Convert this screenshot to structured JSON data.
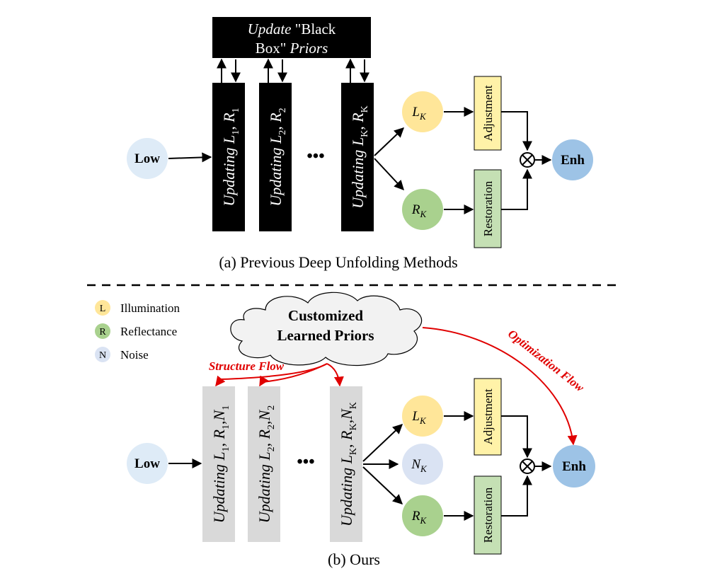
{
  "panel_a": {
    "prior_box": {
      "line1_italic": "Update",
      "line1_rest": " \"Black",
      "line2_rest": "Box\" ",
      "line2_italic": "Priors"
    },
    "low": "Low",
    "enh": "Enh",
    "ellipsis": "•••",
    "stages": [
      {
        "prefix": "Updating ",
        "l": "L",
        "l_sub": "1",
        "r": "R",
        "r_sub": "1",
        "n": "",
        "n_sub": ""
      },
      {
        "prefix": "Updating ",
        "l": "L",
        "l_sub": "2",
        "r": "R",
        "r_sub": "2",
        "n": "",
        "n_sub": ""
      },
      {
        "prefix": "Updating ",
        "l": "L",
        "l_sub": "K",
        "r": "R",
        "r_sub": "K",
        "n": "",
        "n_sub": ""
      }
    ],
    "lk": {
      "main": "L",
      "sub": "K"
    },
    "rk": {
      "main": "R",
      "sub": "K"
    },
    "adjustment": "Adjustment",
    "restoration": "Restoration",
    "caption": "(a) Previous Deep Unfolding Methods"
  },
  "panel_b": {
    "legend": [
      {
        "letter": "L",
        "label": "Illumination",
        "color": "#ffe699"
      },
      {
        "letter": "R",
        "label": "Reflectance",
        "color": "#a9d18e"
      },
      {
        "letter": "N",
        "label": "Noise",
        "color": "#dae3f3"
      }
    ],
    "cloud": {
      "line1": "Customized",
      "line2": "Learned Priors"
    },
    "structure_flow": "Structure Flow",
    "optimization_flow": "Optimization Flow",
    "low": "Low",
    "enh": "Enh",
    "ellipsis": "•••",
    "stages": [
      {
        "prefix": "Updating ",
        "l": "L",
        "l_sub": "1",
        "r": "R",
        "r_sub": "1",
        "n": "N",
        "n_sub": "1"
      },
      {
        "prefix": "Updating ",
        "l": "L",
        "l_sub": "2",
        "r": "R",
        "r_sub": "2",
        "n": "N",
        "n_sub": "2"
      },
      {
        "prefix": "Updating ",
        "l": "L",
        "l_sub": "K",
        "r": "R",
        "r_sub": "K",
        "n": "N",
        "n_sub": "K"
      }
    ],
    "lk": {
      "main": "L",
      "sub": "K"
    },
    "nk": {
      "main": "N",
      "sub": "K"
    },
    "rk": {
      "main": "R",
      "sub": "K"
    },
    "adjustment": "Adjustment",
    "restoration": "Restoration",
    "caption": "(b) Ours"
  },
  "colors": {
    "low_fill": "#deebf7",
    "enh_fill": "#9dc3e6",
    "lk_fill": "#ffe699",
    "rk_fill": "#a9d18e",
    "nk_fill": "#dae3f3",
    "adjust_fill": "#fff2a8",
    "restore_fill": "#c5e0b4",
    "black_stage": "#000000",
    "grey_stage": "#d9d9d9",
    "red_flow": "#e00000"
  }
}
